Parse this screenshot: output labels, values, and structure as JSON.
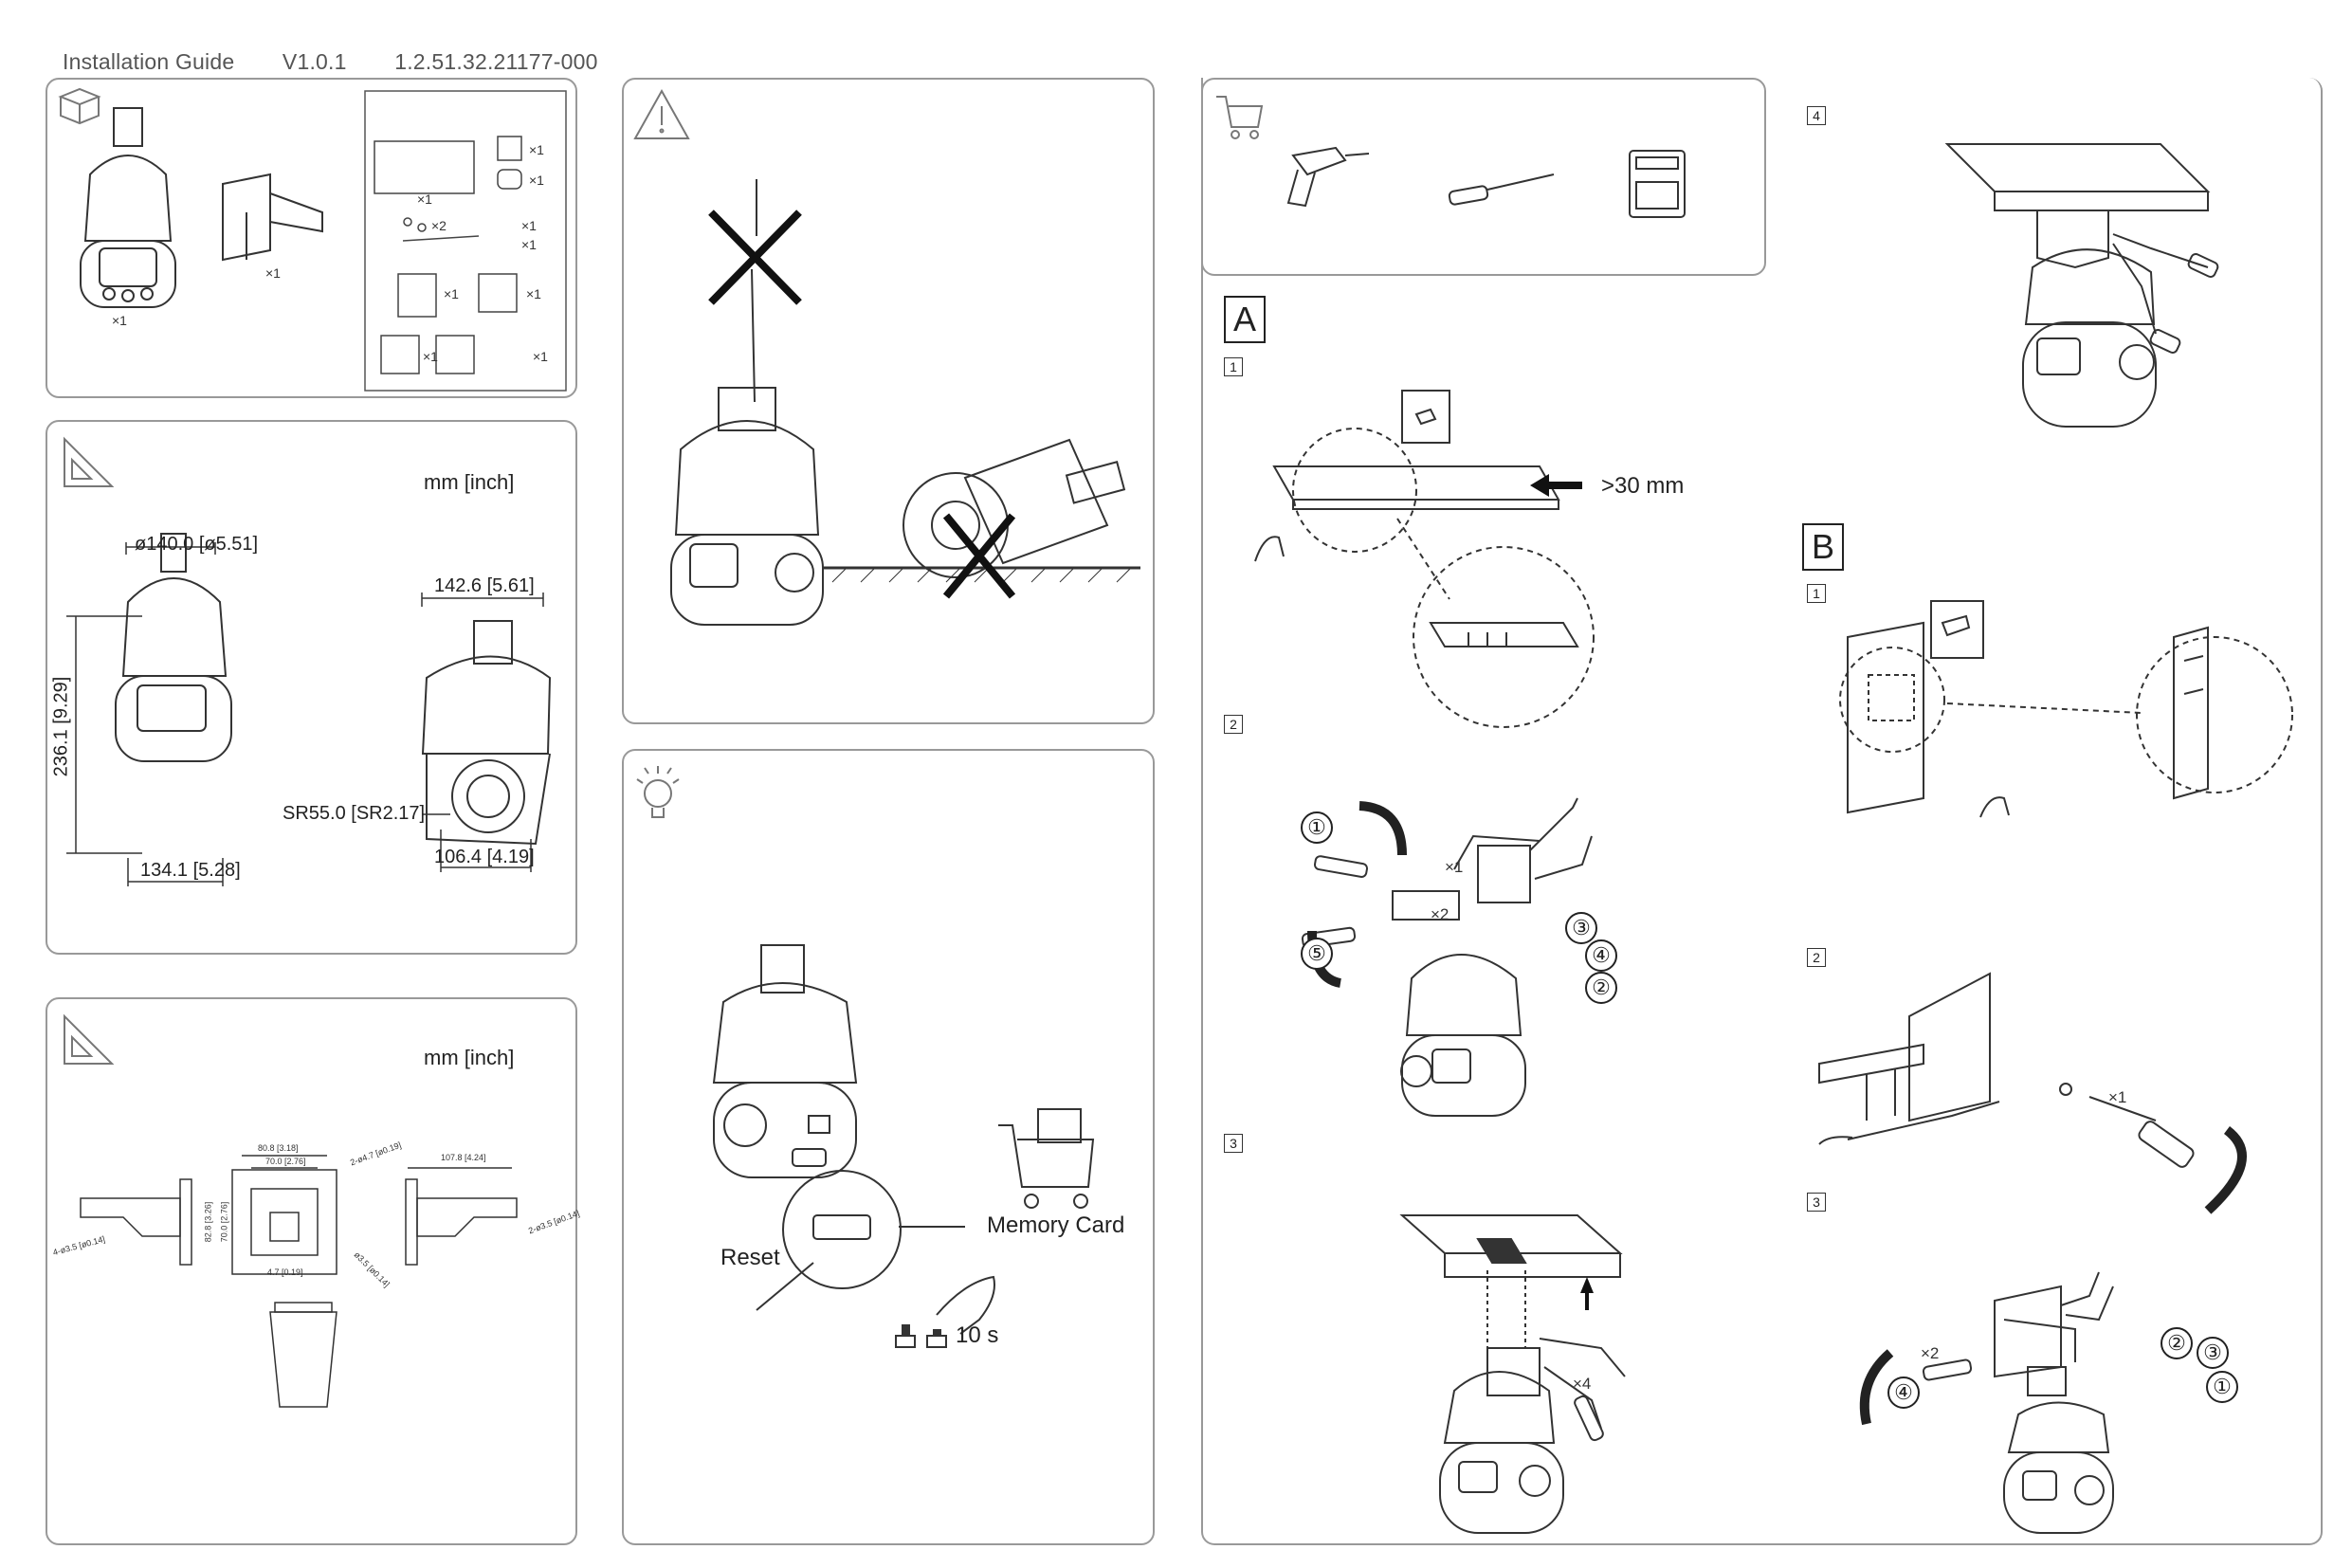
{
  "header": {
    "title": "Installation Guide",
    "version": "V1.0.1",
    "doc_number": "1.2.51.32.21177-000"
  },
  "packing": {
    "camera_qty": "×1",
    "bracket_qty": "×1",
    "items": [
      {
        "name": "adapter-kit",
        "qty": "×1"
      },
      {
        "name": "qr-card",
        "qty": "×1"
      },
      {
        "name": "sticker",
        "qty": "×1"
      },
      {
        "name": "screws",
        "qty": "×2"
      },
      {
        "name": "rope",
        "qty": "×1"
      },
      {
        "name": "clip",
        "qty": "×1"
      },
      {
        "name": "manual",
        "qty": "×1"
      },
      {
        "name": "template",
        "qty": "×1"
      },
      {
        "name": "terminal",
        "qty": "×1"
      },
      {
        "name": "tool",
        "qty": "×1"
      }
    ]
  },
  "dimensions_camera": {
    "unit": "mm [inch]",
    "diameter": "ø140.0 [ø5.51]",
    "height": "236.1 [9.29]",
    "width_front": "134.1 [5.28]",
    "width_side": "142.6 [5.61]",
    "radius": "SR55.0 [SR2.17]",
    "depth": "106.4 [4.19]"
  },
  "dimensions_bracket": {
    "unit": "mm [inch]",
    "labels": [
      "80.8 [3.18]",
      "70.0 [2.76]",
      "70.0 [2.76]",
      "82.8 [3.26]",
      "4.7 [0.19]",
      "2-ø4.7 [ø0.19]",
      "107.8 [4.24]",
      "2-ø3.5 [ø0.14]",
      "4-ø3.5 [ø0.14]",
      "ø3.5 [ø0.14]"
    ]
  },
  "reset": {
    "reset_label": "Reset",
    "memory_card_label": "Memory Card",
    "hold_time": "10 s"
  },
  "section_a": {
    "letter": "A",
    "step1": "1",
    "distance": ">30 mm",
    "step2": "2",
    "step2_qty1": "×1",
    "step2_qty2": "×2",
    "step3": "3",
    "step3_qty": "×4",
    "step4": "4"
  },
  "section_b": {
    "letter": "B",
    "step1": "1",
    "step2": "2",
    "step2_qty": "×1",
    "step3": "3",
    "step3_qty": "×2"
  },
  "circled": [
    "①",
    "②",
    "③",
    "④",
    "⑤"
  ]
}
